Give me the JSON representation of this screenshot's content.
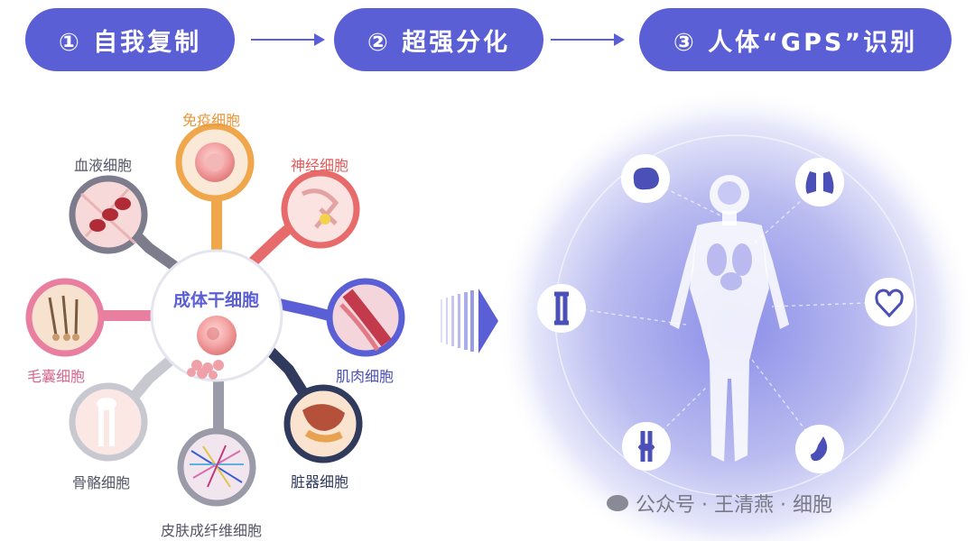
{
  "steps": [
    {
      "label": "① 自我复制"
    },
    {
      "label": "② 超强分化"
    },
    {
      "label": "③ 人体“GPS”识别"
    }
  ],
  "center": {
    "label": "成体干细胞"
  },
  "cells": {
    "immune": "免疫细胞",
    "nerve": "神经细胞",
    "muscle": "肌肉细胞",
    "organ": "脏器细胞",
    "skin": "皮肤成纤维细胞",
    "bone": "骨骼细胞",
    "hair": "毛囊细胞",
    "blood": "血液细胞"
  },
  "watermark": "公众号 · 王清燕 · 细胞",
  "colors": {
    "primary": "#5b5fd6",
    "immune": "#f0a64a",
    "nerve": "#e86b6b",
    "muscle": "#5b5fd6",
    "organ": "#2f3a5c",
    "skin": "#9a9aa8",
    "bone": "#c8c8d0",
    "hair": "#e87fa0",
    "blood": "#7c7c8c"
  },
  "icons": [
    "brain-icon",
    "lungs-icon",
    "heart-icon",
    "stomach-icon",
    "knee-joint-icon",
    "bone-icon"
  ]
}
